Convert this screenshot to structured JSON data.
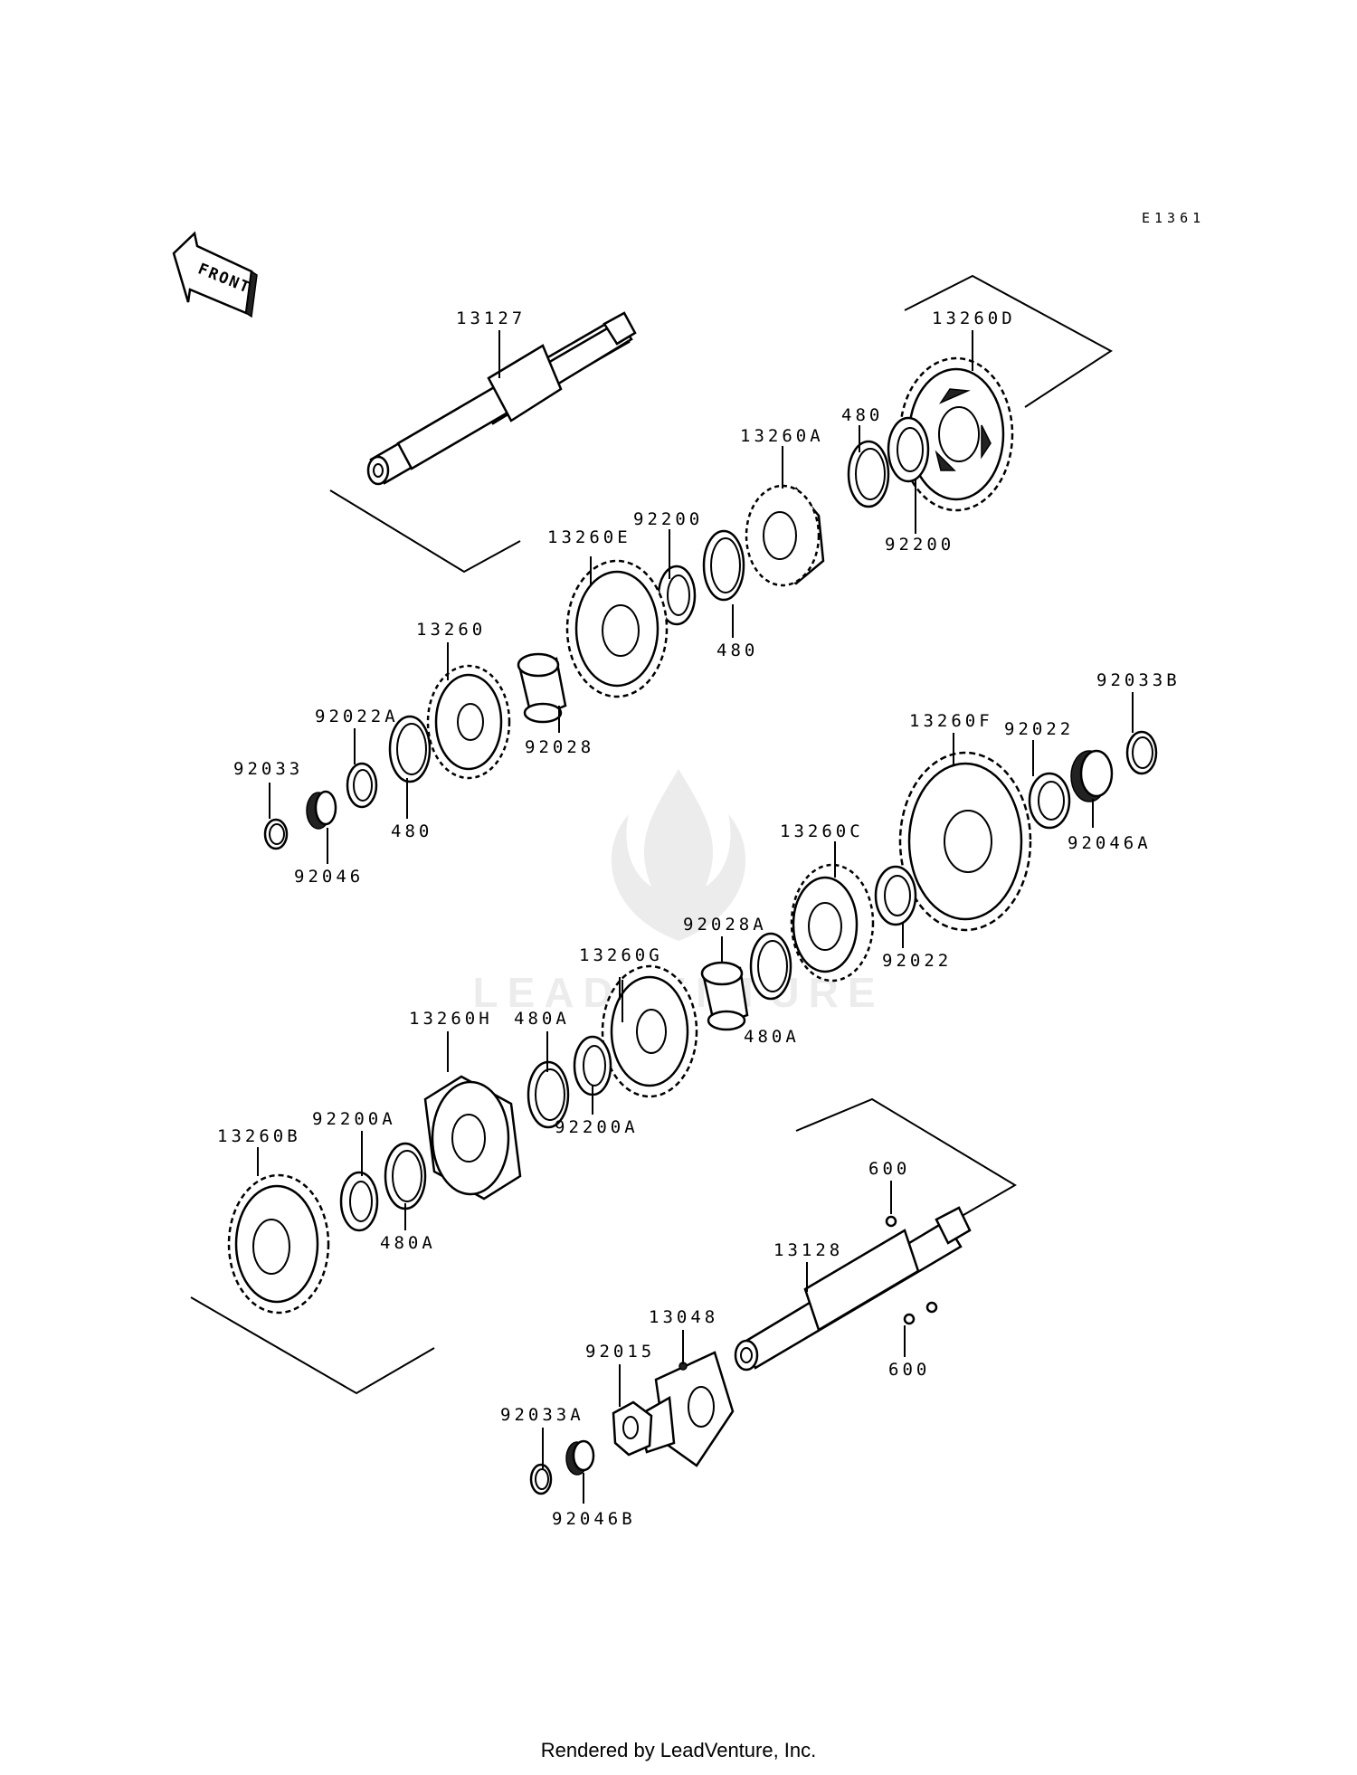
{
  "diagram": {
    "ref_code": "E1361",
    "front_label": "FRONT",
    "footer": "Rendered by LeadVenture, Inc.",
    "watermark": "LEADVENTURE",
    "labels": {
      "p13127": "13127",
      "p13260D": "13260D",
      "p13260A": "13260A",
      "p480_a": "480",
      "p92200_a": "92200",
      "p92200_b": "92200",
      "p13260E": "13260E",
      "p480_b": "480",
      "p13260": "13260",
      "p92028": "92028",
      "p92022A": "92022A",
      "p480_c": "480",
      "p92033": "92033",
      "p92046": "92046",
      "p92033B": "92033B",
      "p13260F": "13260F",
      "p92022_a": "92022",
      "p92046A": "92046A",
      "p13260C": "13260C",
      "p92022_b": "92022",
      "p92028A": "92028A",
      "p13260G": "13260G",
      "p480A_a": "480A",
      "p480A_b": "480A",
      "p13260H": "13260H",
      "p92200A_a": "92200A",
      "p92200A_b": "92200A",
      "p13260B": "13260B",
      "p480A_c": "480A",
      "p600_a": "600",
      "p600_b": "600",
      "p13128": "13128",
      "p13048": "13048",
      "p92015": "92015",
      "p92033A": "92033A",
      "p92046B": "92046B"
    }
  }
}
